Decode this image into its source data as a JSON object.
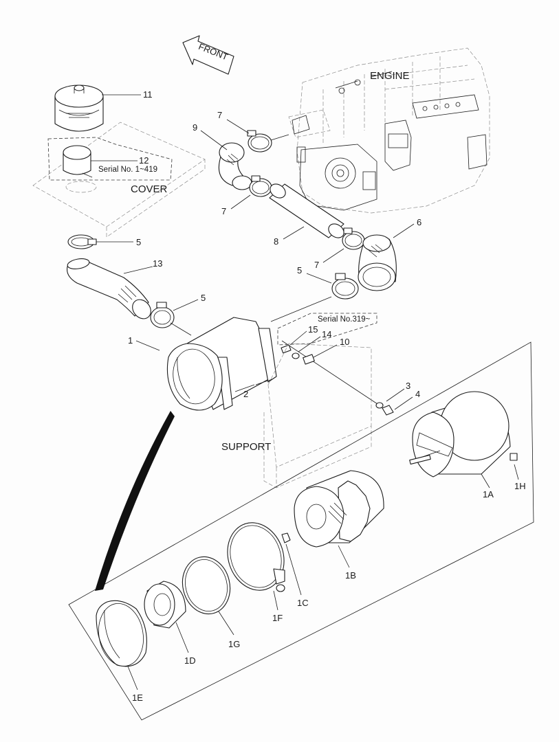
{
  "labels": {
    "front": "FRONT",
    "engine": "ENGINE",
    "cover": "COVER",
    "support": "SUPPORT",
    "serial_cover": "Serial No. 1~419",
    "serial_nozzle": "Serial No.319~"
  },
  "callouts": {
    "p1": "1",
    "p2": "2",
    "p3": "3",
    "p4": "4",
    "p5a": "5",
    "p5b": "5",
    "p5c": "5",
    "p6": "6",
    "p7a": "7",
    "p7b": "7",
    "p7c": "7",
    "p8": "8",
    "p9": "9",
    "p10": "10",
    "p11": "11",
    "p12": "12",
    "p13": "13",
    "p14": "14",
    "p15": "15",
    "p1a": "1A",
    "p1b": "1B",
    "p1c": "1C",
    "p1d": "1D",
    "p1e": "1E",
    "p1f": "1F",
    "p1g": "1G",
    "p1h": "1H"
  }
}
